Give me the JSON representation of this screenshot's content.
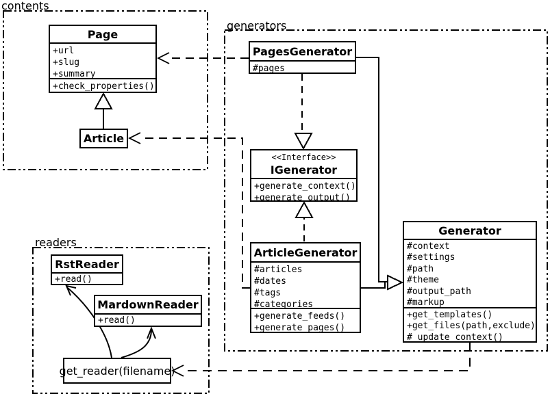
{
  "diagram_title": "pelican-classes-uml",
  "colors": {
    "line": "#000000",
    "background": "#ffffff",
    "box_fill": "#ffffff"
  },
  "packages": {
    "contents": {
      "label": "contents"
    },
    "generators": {
      "label": "generators"
    },
    "readers": {
      "label": "readers"
    }
  },
  "classes": {
    "page": {
      "title": "Page",
      "attributes": [
        "+url",
        "+slug",
        "+summary"
      ],
      "methods": [
        "+check_properties()"
      ]
    },
    "article": {
      "title": "Article"
    },
    "pages_generator": {
      "title": "PagesGenerator",
      "attributes": [
        "#pages"
      ]
    },
    "igenerator": {
      "stereotype": "<<Interface>>",
      "title": "IGenerator",
      "methods": [
        "+generate_context()",
        "+generate_output()"
      ]
    },
    "article_generator": {
      "title": "ArticleGenerator",
      "attributes": [
        "#articles",
        "#dates",
        "#tags",
        "#categories"
      ],
      "methods": [
        "+generate_feeds()",
        "+generate_pages()"
      ]
    },
    "generator": {
      "title": "Generator",
      "attributes": [
        "#context",
        "#settings",
        "#path",
        "#theme",
        "#output_path",
        "#markup"
      ],
      "methods": [
        "+get_templates()",
        "+get_files(path,exclude)",
        "#_update_context()"
      ]
    },
    "rst_reader": {
      "title": "RstReader",
      "methods": [
        "+read()"
      ]
    },
    "mardown_reader": {
      "title": "MardownReader",
      "methods": [
        "+read()"
      ]
    },
    "get_reader": {
      "label": "get_reader(filename)"
    }
  },
  "relationships": [
    "Article --|> Page (inheritance)",
    "PagesGenerator ..> Page (dependency)",
    "PagesGenerator ..|> IGenerator (realization)",
    "ArticleGenerator ..|> IGenerator (realization)",
    "PagesGenerator --|> Generator (inheritance)",
    "ArticleGenerator --|> Generator (inheritance)",
    "ArticleGenerator ..> Article (dependency)",
    "Generator ..> get_reader (dependency)",
    "get_reader -> RstReader",
    "get_reader -> MardownReader"
  ]
}
